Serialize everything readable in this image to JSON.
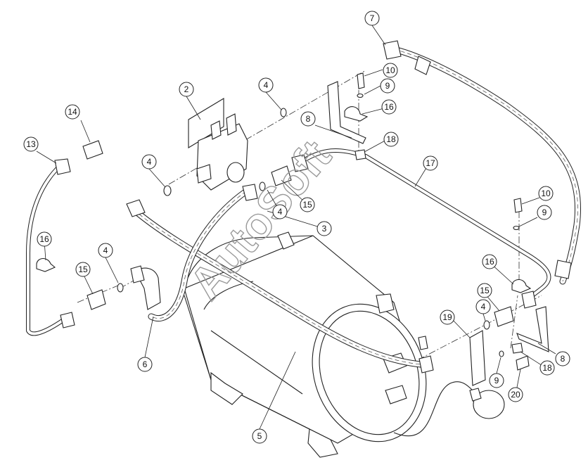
{
  "callouts": [
    {
      "label": "2"
    },
    {
      "label": "4"
    },
    {
      "label": "4"
    },
    {
      "label": "4"
    },
    {
      "label": "4"
    },
    {
      "label": "5"
    },
    {
      "label": "6"
    },
    {
      "label": "7"
    },
    {
      "label": "8"
    },
    {
      "label": "8"
    },
    {
      "label": "9"
    },
    {
      "label": "9"
    },
    {
      "label": "9"
    },
    {
      "label": "10"
    },
    {
      "label": "10"
    },
    {
      "label": "13"
    },
    {
      "label": "14"
    },
    {
      "label": "15"
    },
    {
      "label": "15"
    },
    {
      "label": "15"
    },
    {
      "label": "16"
    },
    {
      "label": "16"
    },
    {
      "label": "16"
    },
    {
      "label": "17"
    },
    {
      "label": "18"
    },
    {
      "label": "18"
    },
    {
      "label": "19"
    },
    {
      "label": "20"
    },
    {
      "label": "3"
    },
    {
      "label": "4"
    }
  ],
  "watermark": "AutoSoft"
}
